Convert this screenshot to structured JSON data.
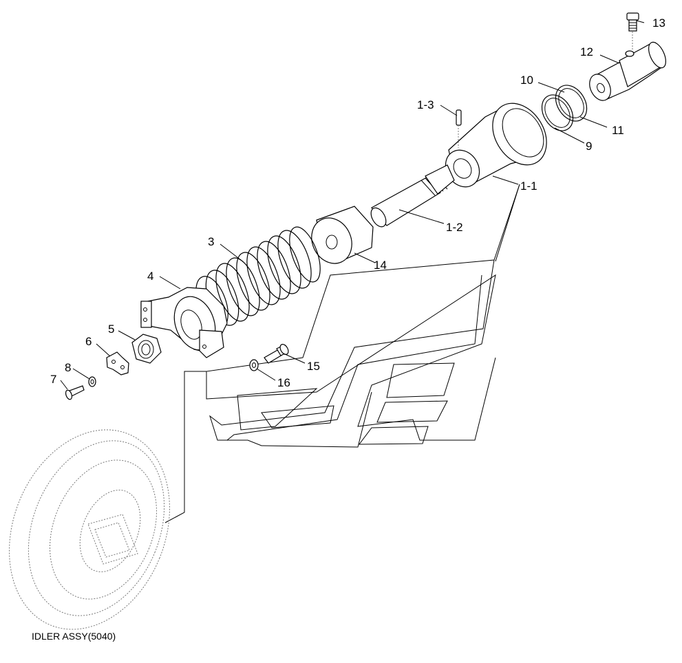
{
  "caption": "IDLER ASSY(5040)",
  "labels": {
    "p1_1": "1-1",
    "p1_2": "1-2",
    "p1_3": "1-3",
    "p3": "3",
    "p4": "4",
    "p5": "5",
    "p6": "6",
    "p7": "7",
    "p8": "8",
    "p9": "9",
    "p10": "10",
    "p11": "11",
    "p12": "12",
    "p13": "13",
    "p14": "14",
    "p15": "15",
    "p16": "16"
  }
}
